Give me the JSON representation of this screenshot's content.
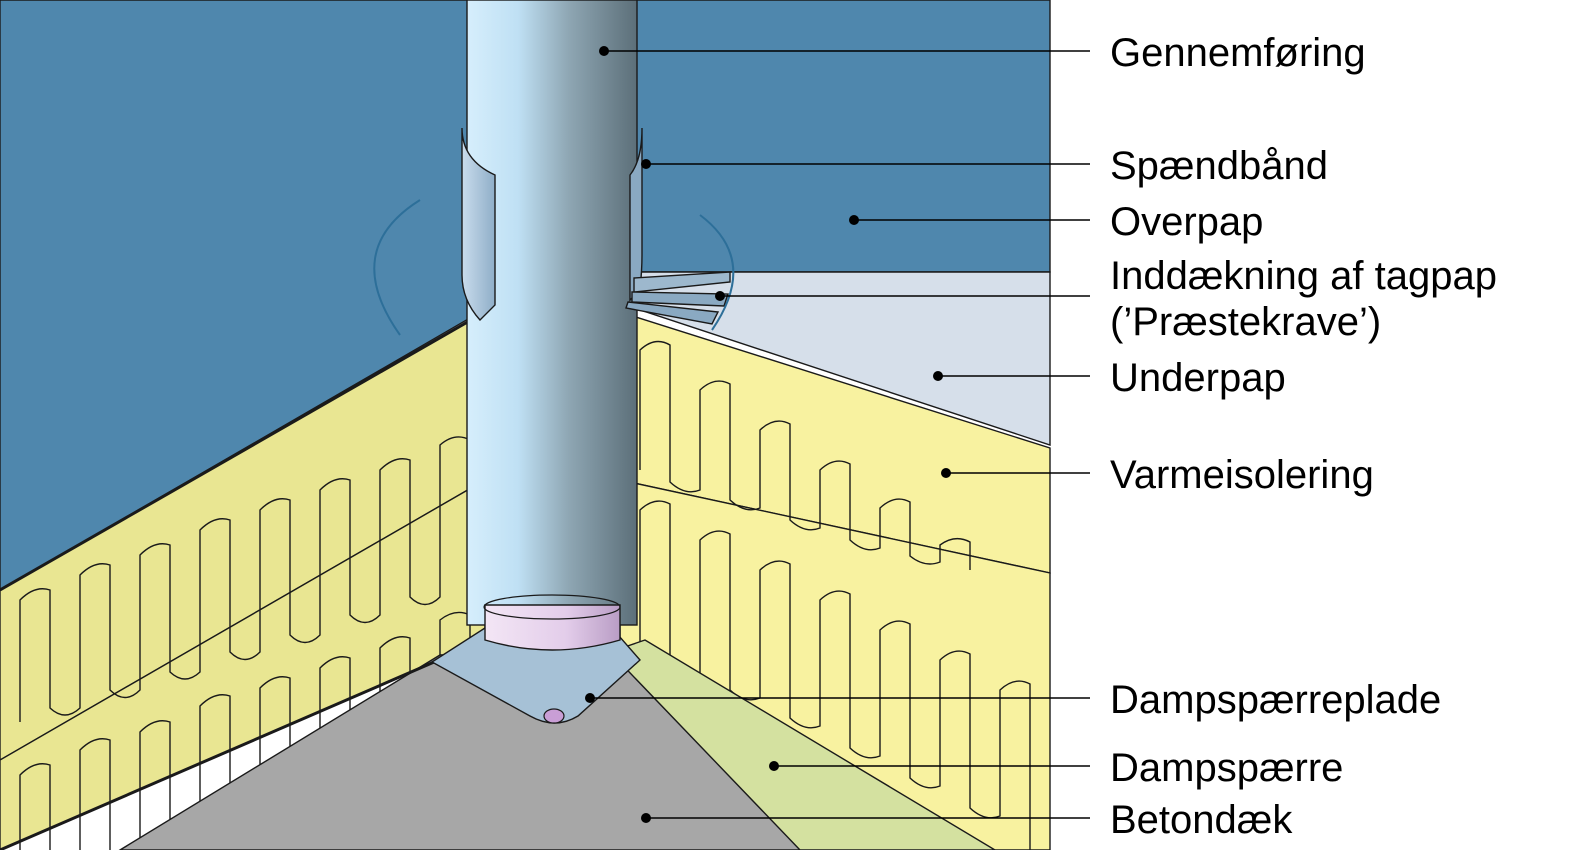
{
  "labels": [
    {
      "id": "gennemforing",
      "text": "Gennemføring"
    },
    {
      "id": "spaendbaand",
      "text": "Spændbånd"
    },
    {
      "id": "overpap",
      "text": "Overpap"
    },
    {
      "id": "inddaekning-1",
      "text": "Inddækning af tagpap"
    },
    {
      "id": "inddaekning-2",
      "text": "(’Præstekrave’)"
    },
    {
      "id": "underpap",
      "text": "Underpap"
    },
    {
      "id": "varmeisolering",
      "text": "Varmeisolering"
    },
    {
      "id": "dampspaerreplade",
      "text": "Dampspærreplade"
    },
    {
      "id": "dampspaerre",
      "text": "Dampspærre"
    },
    {
      "id": "betondaek",
      "text": "Betondæk"
    }
  ],
  "colors": {
    "overpap": "#4f87ad",
    "underpap": "#d6dfea",
    "insulation": "#f8f2a0",
    "insulation_shade": "#e6e48f",
    "concrete": "#a7a7a7",
    "vapor_barrier": "#d4e1a0",
    "plate": "#a6c1d6",
    "pipe_light": "#d2ecfb",
    "pipe_dark": "#61757f",
    "pipe_ring": "#e6d3ec"
  }
}
